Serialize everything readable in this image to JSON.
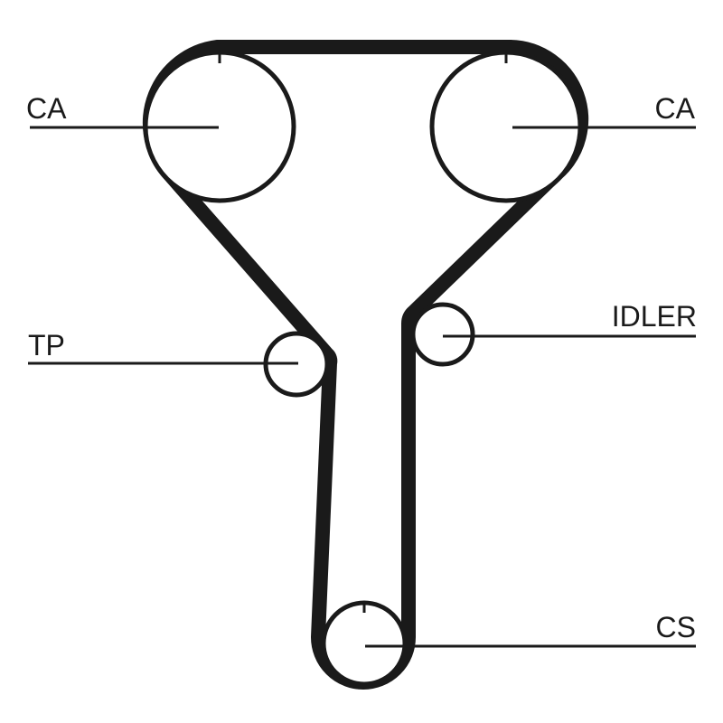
{
  "diagram": {
    "labels": {
      "cam_left": "CA",
      "cam_right": "CA",
      "tensioner": "TP",
      "idler": "IDLER",
      "crankshaft": "CS"
    },
    "colors": {
      "stroke": "#1a1a1a",
      "background": "#ffffff"
    }
  }
}
